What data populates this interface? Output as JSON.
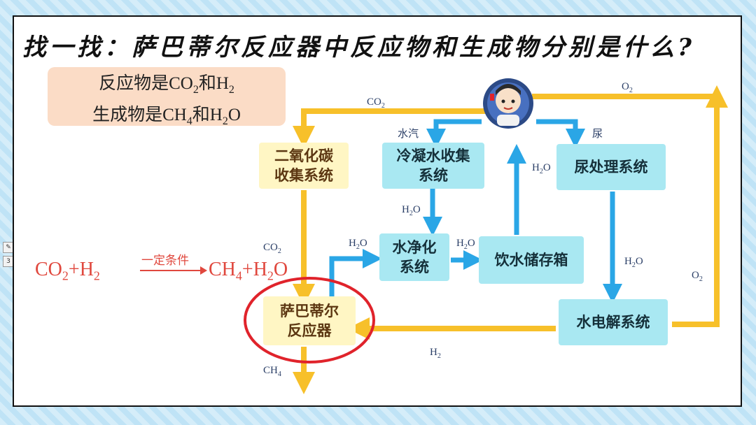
{
  "slide_number": "3",
  "title": "找一找：萨巴蒂尔反应器中反应物和生成物分别是什么?",
  "answer": {
    "line1_pre": "反应物是CO",
    "line1_sub1": "2",
    "line1_mid": "和H",
    "line1_sub2": "2",
    "line2_pre": "生成物是CH",
    "line2_sub1": "4",
    "line2_mid": "和H",
    "line2_sub2": "2",
    "line2_post": "O"
  },
  "equation": {
    "left": "CO",
    "left_sub1": "2",
    "left_mid": "+H",
    "left_sub2": "2",
    "condition": "一定条件",
    "right": "CH",
    "right_sub1": "4",
    "right_mid": "+H",
    "right_sub2": "2",
    "right_post": "O"
  },
  "boxes": {
    "co2_collect": "二氧化碳\n收集系统",
    "condense": "冷凝水收集\n系统",
    "urine": "尿处理系统",
    "purify": "水净化\n系统",
    "storage": "饮水储存箱",
    "sabatier": "萨巴蒂尔\n反应器",
    "electrolysis": "水电解系统"
  },
  "flow_labels": {
    "co2_top": "CO",
    "co2_top_sub": "2",
    "o2_top": "O",
    "o2_top_sub": "2",
    "vapor": "水汽",
    "urine_lbl": "尿",
    "h2o_up": "H",
    "h2o_up_sub": "2",
    "h2o_up_post": "O",
    "h2o_down": "H",
    "h2o_down_sub": "2",
    "h2o_down_post": "O",
    "h2o_in": "H",
    "h2o_in_sub": "2",
    "h2o_in_post": "O",
    "h2o_mid": "H",
    "h2o_mid_sub": "2",
    "h2o_mid_post": "O",
    "h2o_right": "H",
    "h2o_right_sub": "2",
    "h2o_right_post": "O",
    "o2_right": "O",
    "o2_right_sub": "2",
    "co2_left": "CO",
    "co2_left_sub": "2",
    "h2_bottom": "H",
    "h2_bottom_sub": "2",
    "ch4_out": "CH",
    "ch4_out_sub": "4"
  },
  "colors": {
    "yellow_arrow": "#f7c02a",
    "blue_arrow": "#2aa6e6",
    "highlight_circle": "#e0232b"
  },
  "icons": [
    "astronaut-icon"
  ]
}
